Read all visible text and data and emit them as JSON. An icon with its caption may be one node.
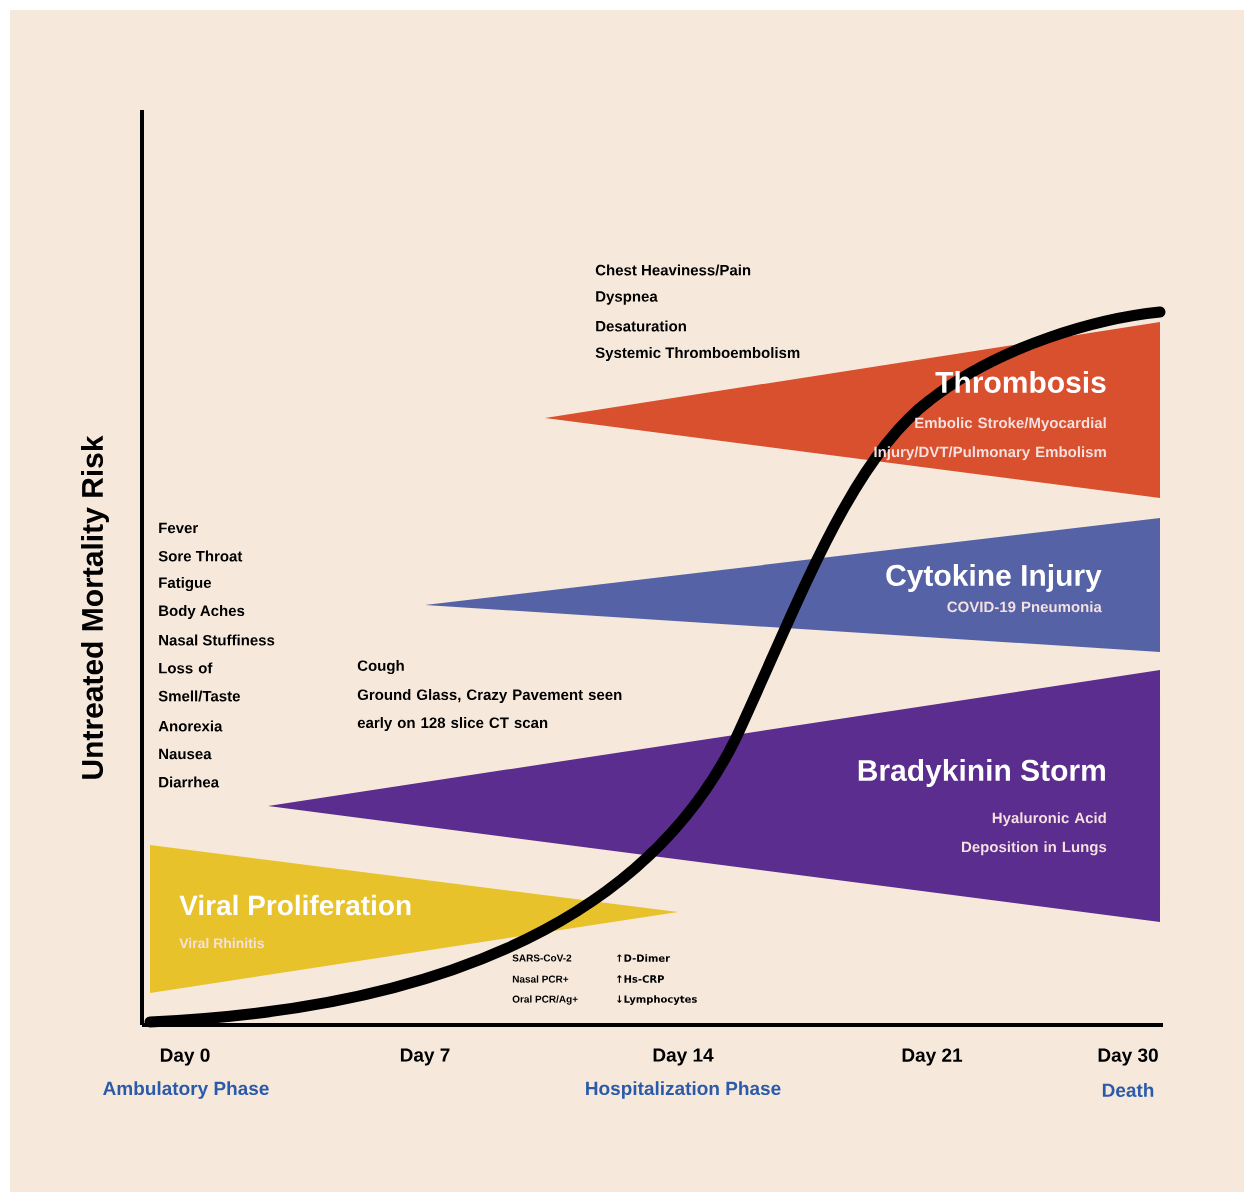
{
  "diagram": {
    "nodes": [
      {
        "text": [
          "Thrombosis",
          "Embolic Stroke/Myocardial Injury/DVT/Pulmonary Embolism"
        ]
      },
      {
        "text": [
          "Cytokine Injury",
          "COVID-19 Pneumonia"
        ]
      },
      {
        "text": [
          "Bradykinin Storm",
          "Hyaluronic Acid Deposition in Lungs"
        ]
      },
      {
        "text": [
          "Viral Proliferation",
          "Viral Rhinitis"
        ]
      }
    ],
    "labels": [
      "Untreated Mortality Risk",
      "Chest Heaviness/Pain",
      "Dyspnea",
      "Desaturation",
      "Systemic Thromboembolism",
      "Fever",
      "Sore Throat",
      "Fatigue",
      "Body Aches",
      "Nasal Stuffiness",
      "Loss of Smell/Taste",
      "Anorexia",
      "Nausea",
      "Diarrhea",
      "Cough",
      "Ground Glass, Crazy Pavement seen early on 128 slice CT scan",
      "SARS-CoV-2",
      "↑D-Dimer",
      "Nasal PCR+",
      "↑Hs-CRP",
      "Oral PCR/Ag+",
      "↓Lymphocytes",
      "Day 0",
      "Day 7",
      "Day 14",
      "Day 21",
      "Day 30",
      "Ambulatory Phase",
      "Hospitalization Phase",
      "Death"
    ]
  }
}
